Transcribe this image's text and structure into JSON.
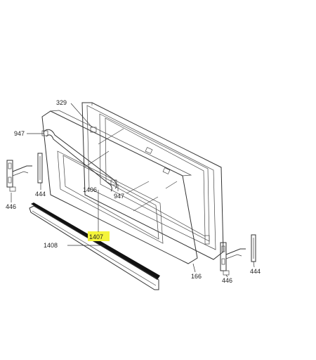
{
  "labels": {
    "l329": "329",
    "l947a": "947",
    "l1406": "1406",
    "l947b": "947",
    "l444a": "444",
    "l446a": "446",
    "l1407": "1407",
    "l1408": "1408",
    "l166": "166",
    "l444b": "444",
    "l446b": "446"
  },
  "colors": {
    "highlight": "#f4f43a",
    "gasket": "#111111",
    "line": "#333333"
  }
}
